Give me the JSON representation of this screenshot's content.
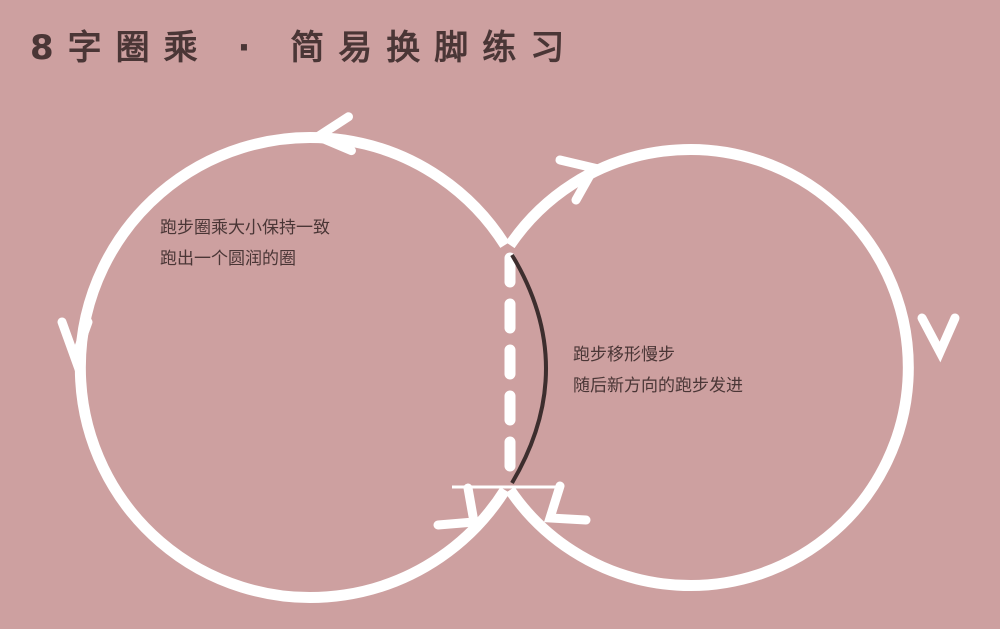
{
  "title": "8字圈乘 · 简易换脚练习",
  "notes": {
    "left_line1": "跑步圈乘大小保持一致",
    "left_line2": "跑出一个圆润的圈",
    "right_line1": "跑步移形慢步",
    "right_line2": "随后新方向的跑步发进"
  },
  "colors": {
    "background": "#cda0a0",
    "path": "#ffffff",
    "text": "#4a3636",
    "transition_arc": "#3d2e2e"
  }
}
